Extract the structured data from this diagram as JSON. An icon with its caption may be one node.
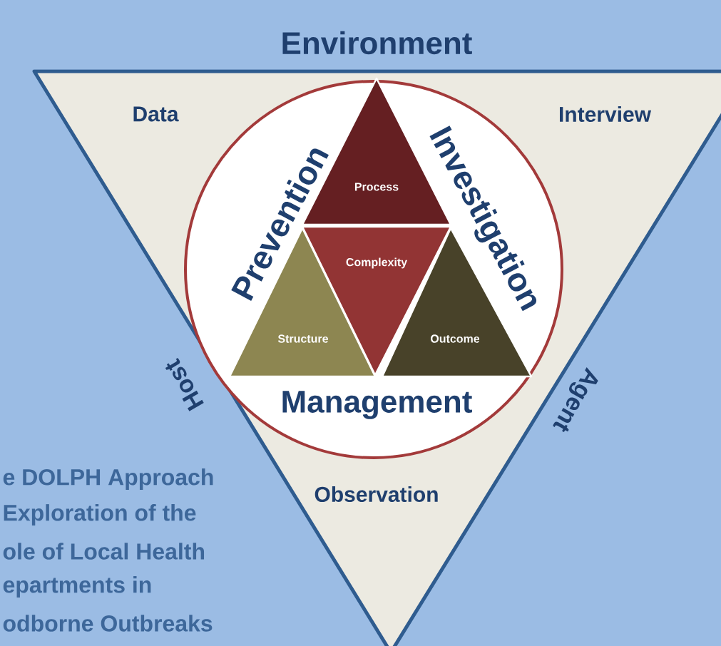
{
  "diagram": {
    "nodes": [
      {
        "text": [
          "Data",
          "Interview",
          "Observation"
        ],
        "beside": [
          "Environment",
          "Host",
          "Agent"
        ]
      },
      {
        "text": [
          "Prevention",
          "Investigation",
          "Management"
        ],
        "in": 0
      },
      {
        "text": [
          "Process"
        ],
        "in": 1
      },
      {
        "text": [
          "Structure"
        ],
        "in": 1
      },
      {
        "text": [
          "Complexity"
        ],
        "in": 1
      },
      {
        "text": [
          "Outcome"
        ],
        "in": 1
      }
    ],
    "labels": [
      "e DOLPH Approach",
      "Exploration of the",
      "ole of Local Health",
      "epartments in",
      "odborne Outbreaks"
    ]
  }
}
